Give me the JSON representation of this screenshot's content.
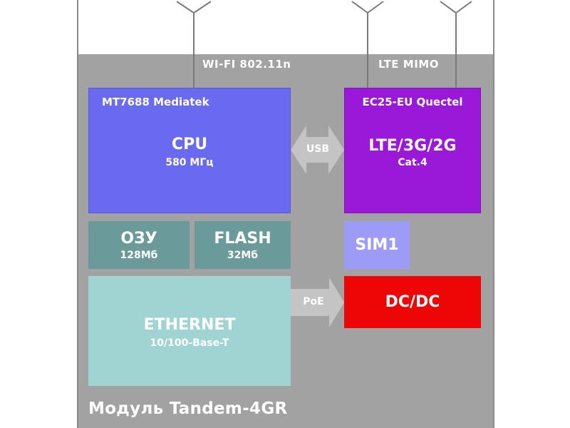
{
  "antennas": {
    "wifi_label": "WI-FI 802.11n",
    "lte_label": "LTE MIMO"
  },
  "cpu": {
    "vendor": "MT7688 Mediatek",
    "title": "CPU",
    "subtitle": "580 МГц"
  },
  "modem": {
    "vendor": "EC25-EU Quectel",
    "title": "LTE/3G/2G",
    "subtitle": "Cat.4"
  },
  "links": {
    "usb": "USB",
    "poe": "PoE"
  },
  "ram": {
    "title": "ОЗУ",
    "subtitle": "128Мб"
  },
  "flash": {
    "title": "FLASH",
    "subtitle": "32Мб"
  },
  "sim": {
    "title": "SIM1"
  },
  "ethernet": {
    "title": "ETHERNET",
    "subtitle": "10/100-Base-T"
  },
  "dcdc": {
    "title": "DC/DC"
  },
  "footer": {
    "title": "Модуль Tandem-4GR"
  },
  "colors": {
    "module_bg": "#a2a2a2",
    "cpu": "#6a6af0",
    "modem": "#9a18d8",
    "memory": "#6a9a9a",
    "sim": "#9c9cf8",
    "ethernet": "#a0d4d2",
    "dcdc": "#ee0606",
    "arrow": "#c4c4c4"
  }
}
